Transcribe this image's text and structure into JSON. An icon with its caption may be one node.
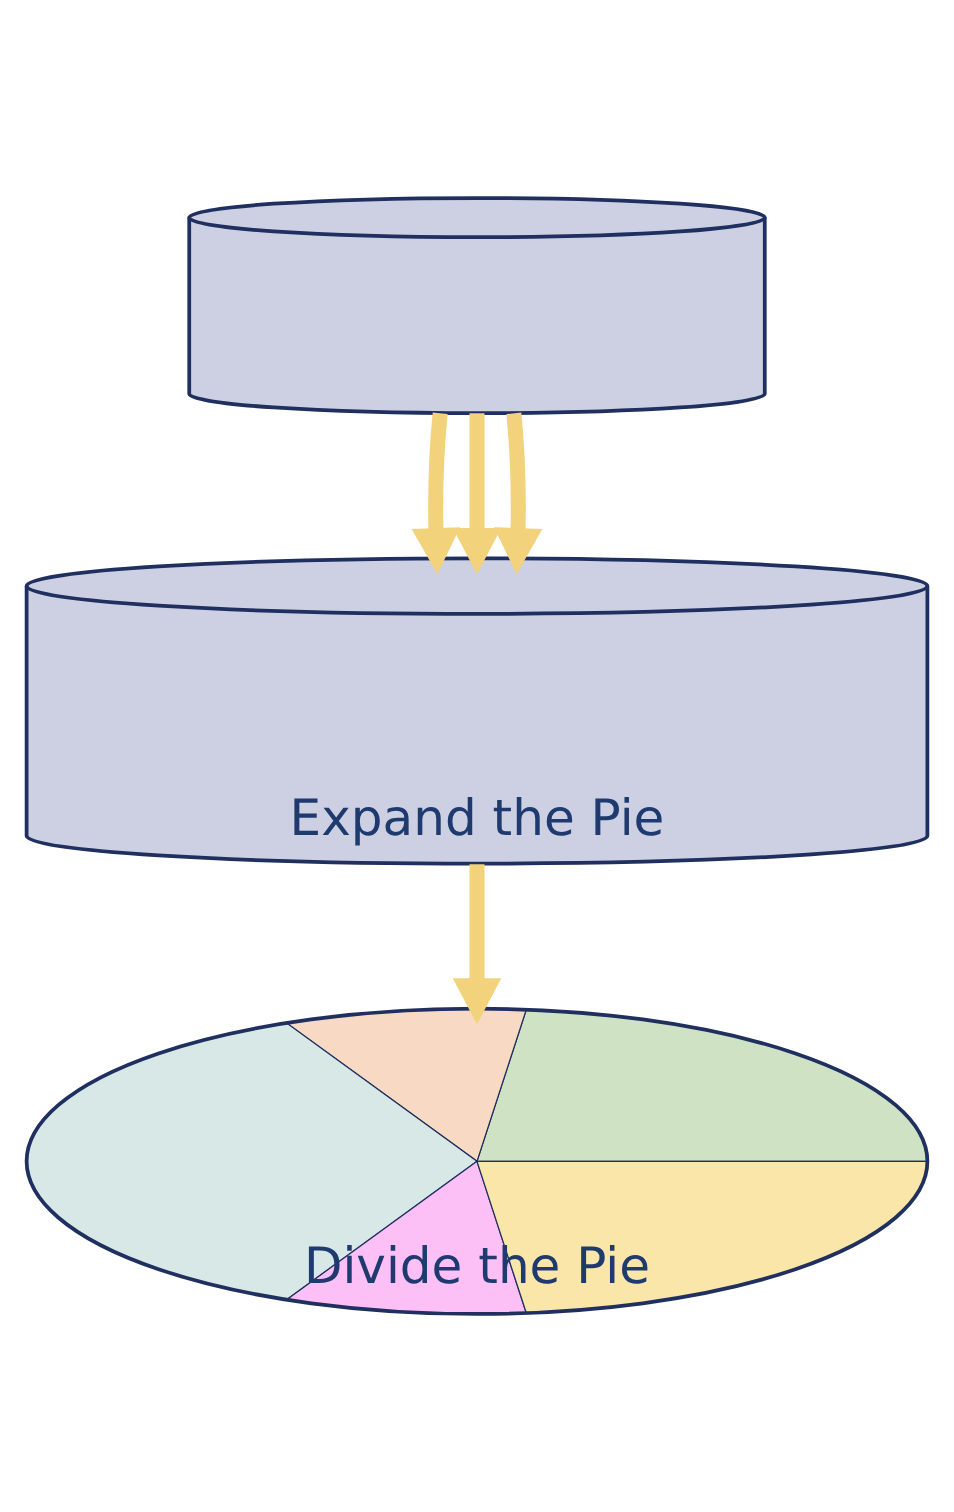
{
  "diagram": {
    "nodes": [
      {
        "text": [],
        "shape": "cylinder"
      },
      {
        "text": [
          "Expand the Pie"
        ]
      },
      {
        "text": [
          "Divide the Pie"
        ]
      }
    ],
    "edges": [
      {
        "from": 0,
        "to": 1,
        "arrow": "to"
      },
      {
        "from": 0,
        "to": 1,
        "arrow": "to"
      },
      {
        "from": 0,
        "to": 1,
        "arrow": "to"
      },
      {
        "from": 1,
        "to": 2,
        "arrow": "to"
      }
    ]
  }
}
